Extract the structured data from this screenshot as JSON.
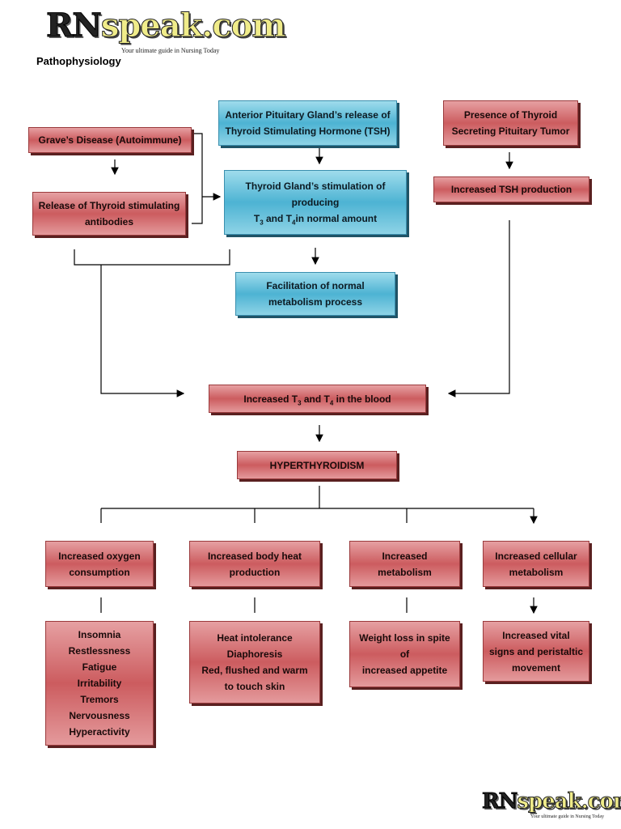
{
  "header": {
    "logo_rn": "RN",
    "logo_rest": "speak.com",
    "tagline": "Your ultimate guide in Nursing Today",
    "section_title": "Pathophysiology"
  },
  "footer": {
    "logo_rn": "RN",
    "logo_rest": "speak.com",
    "tagline": "Your ultimate guide in Nursing Today"
  },
  "colors": {
    "red_box": "#cc5c5f",
    "blue_box": "#4db3d3"
  },
  "nodes": {
    "graves": "Grave’s Disease (Autoimmune)",
    "antibodies": [
      "Release of Thyroid stimulating",
      "antibodies"
    ],
    "pituitary": [
      "Anterior Pituitary Gland’s release of",
      "Thyroid Stimulating Hormone (TSH)"
    ],
    "thyroid_stim": {
      "l1": "Thyroid Gland’s stimulation of",
      "l2": "producing",
      "t": "T",
      "s3": "3",
      "and": " and T",
      "s4": "4",
      "rest": "in normal amount"
    },
    "tumor": [
      "Presence of Thyroid",
      "Secreting Pituitary Tumor"
    ],
    "tsh": "Increased TSH production",
    "facilitation": [
      "Facilitation of normal",
      "metabolism process"
    ],
    "blood": {
      "a": "Increased T",
      "s3": "3",
      "b": " and T",
      "s4": "4",
      "c": " in the blood"
    },
    "hyper": "HYPERTHYROIDISM",
    "effects": [
      {
        "label": [
          "Increased oxygen",
          "consumption"
        ],
        "symptoms": [
          "Insomnia",
          "Restlessness",
          "Fatigue",
          "Irritability",
          "Tremors",
          "Nervousness",
          "Hyperactivity"
        ]
      },
      {
        "label": [
          "Increased body heat",
          "production"
        ],
        "symptoms": [
          "Heat intolerance",
          "Diaphoresis",
          "Red, flushed and warm",
          "to touch skin"
        ]
      },
      {
        "label": [
          "Increased",
          "metabolism"
        ],
        "symptoms": [
          "Weight loss in spite",
          "of",
          "increased appetite"
        ]
      },
      {
        "label": [
          "Increased cellular",
          "metabolism"
        ],
        "symptoms": [
          "Increased vital",
          "signs and peristaltic",
          "movement"
        ]
      }
    ]
  }
}
